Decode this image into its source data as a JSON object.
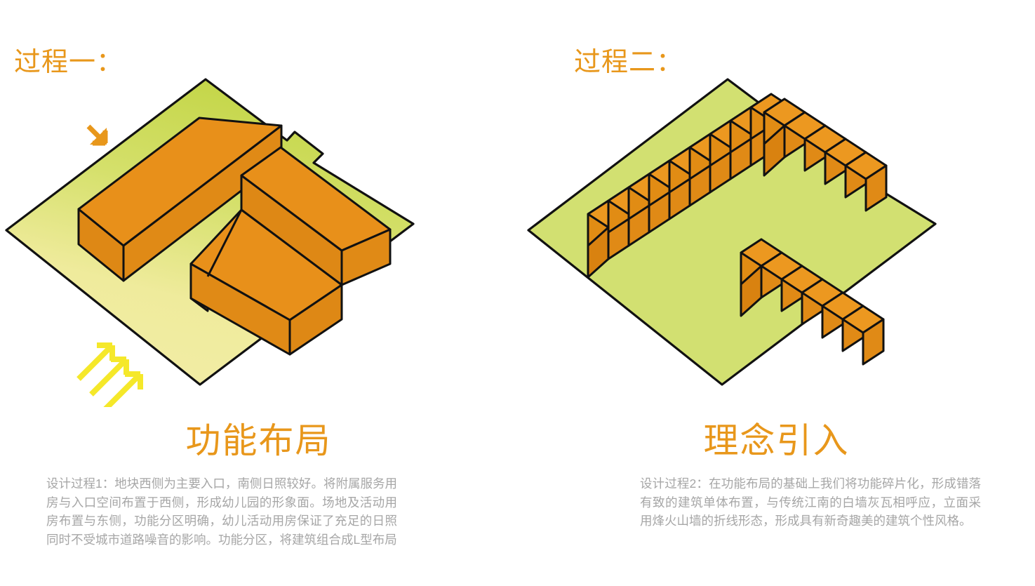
{
  "page": {
    "background_color": "#ffffff",
    "accent_color": "#E8971B",
    "body_text_color": "#A6A6A6",
    "outline_color": "#000000"
  },
  "panels": [
    {
      "kicker": "过程一：",
      "heading": "功能布局",
      "body": "设计过程1：地块西侧为主要入口，南侧日照较好。将附属服务用房与入口空间布置于西侧，形成幼儿园的形象面。场地及活动用房布置与东侧，功能分区明确，幼儿活动用房保证了充足的日照同时不受城市道路噪音的影响。功能分区，将建筑组合成L型布局",
      "diagram": {
        "name": "isometric-site-massing-solid",
        "site_fill_top": "#C5D64B",
        "site_fill_bottom": "#F2ECA2",
        "building_roof_fill": "#E8901A",
        "building_side_fill": "#E08A16",
        "entry_arrow_color": "#E8971B",
        "sun_arrow_color": "#F5E82A",
        "entry_arrow_count": 1,
        "sun_arrow_count": 3,
        "massing_shape": "L-shape / U-shape solid bar"
      }
    },
    {
      "kicker": "过程二：",
      "heading": "理念引入",
      "body": "设计过程2：在功能布局的基础上我们将功能碎片化，形成错落有致的建筑单体布置，与传统江南的白墙灰瓦相呼应，立面采用烽火山墙的折线形态，形成具有新奇趣美的建筑个性风格。",
      "diagram": {
        "name": "isometric-site-massing-fragmented",
        "site_fill_top": "#D2E071",
        "site_fill_bottom": "#D2E071",
        "building_roof_fill": "#E8901A",
        "building_side_fill": "#E08A16",
        "entry_arrow_count": 0,
        "sun_arrow_count": 0,
        "massing_shape": "fragmented gable-roof units along L-shape"
      }
    }
  ]
}
